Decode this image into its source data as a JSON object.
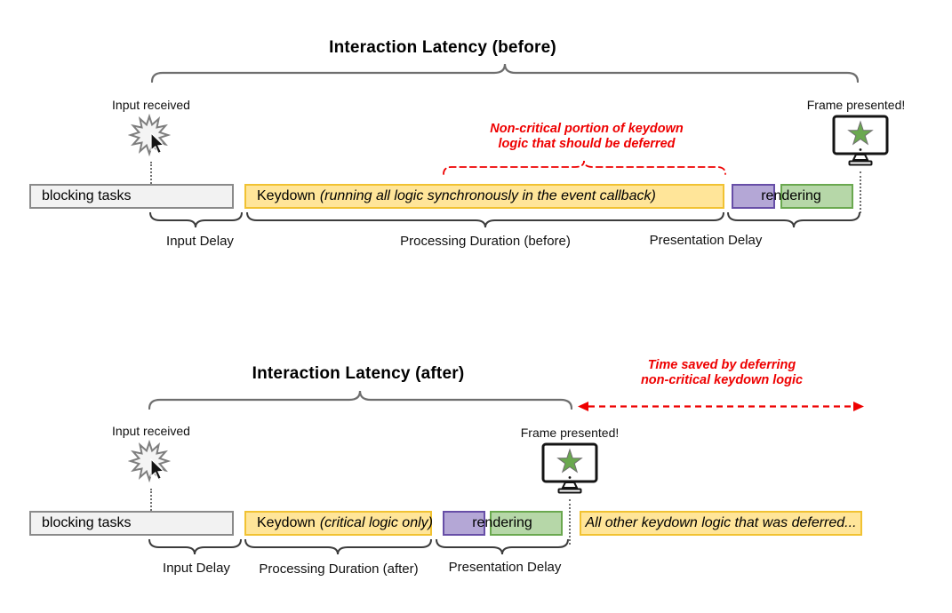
{
  "colors": {
    "yellow_fill": "#ffe599",
    "yellow_border": "#f1c232",
    "purple_fill": "#b4a7d6",
    "purple_border": "#674ea7",
    "green_fill": "#b6d7a8",
    "green_border": "#6aa84f",
    "gray_fill": "#f2f2f2",
    "gray_border": "#8a8a8a",
    "red": "#ee0000",
    "star_green": "#6aa84f"
  },
  "before": {
    "title": "Interaction Latency (before)",
    "input_received_label": "Input received",
    "frame_presented_label": "Frame presented!",
    "deferred_note_line1": "Non-critical portion of keydown",
    "deferred_note_line2": "logic that should be deferred",
    "bars": {
      "blocking_tasks": "blocking tasks",
      "keydown_prefix": "Keydown",
      "keydown_detail": "(running all logic synchronously in the event callback)",
      "rendering": "rendering"
    },
    "spans": {
      "input_delay": "Input Delay",
      "processing_duration": "Processing Duration (before)",
      "presentation_delay": "Presentation Delay"
    }
  },
  "after": {
    "title": "Interaction Latency (after)",
    "time_saved_note_line1": "Time saved by deferring",
    "time_saved_note_line2": "non-critical keydown logic",
    "input_received_label": "Input received",
    "frame_presented_label": "Frame presented!",
    "bars": {
      "blocking_tasks": "blocking tasks",
      "keydown_prefix": "Keydown",
      "keydown_detail": "(critical logic only)",
      "rendering": "rendering",
      "deferred": "All other keydown logic that was deferred..."
    },
    "spans": {
      "input_delay": "Input Delay",
      "processing_duration": "Processing Duration (after)",
      "presentation_delay": "Presentation Delay"
    }
  }
}
